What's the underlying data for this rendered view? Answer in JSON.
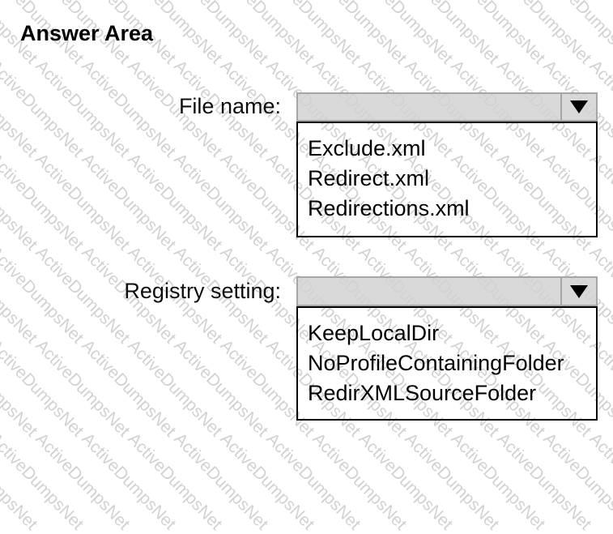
{
  "title": "Answer Area",
  "watermark": {
    "text": "ActiveDumpsNet"
  },
  "colors": {
    "combobox_fill": "#d9d9d9",
    "combobox_border": "#a6a6a6",
    "listbox_border": "#000000",
    "arrow": "#000000",
    "watermark": "#d2d2d2"
  },
  "groups": [
    {
      "label": "File name:",
      "selected_value": "",
      "options": [
        "Exclude.xml",
        "Redirect.xml",
        "Redirections.xml"
      ]
    },
    {
      "label": "Registry setting:",
      "selected_value": "",
      "options": [
        "KeepLocalDir",
        "NoProfileContainingFolder",
        "RedirXMLSourceFolder"
      ]
    }
  ]
}
